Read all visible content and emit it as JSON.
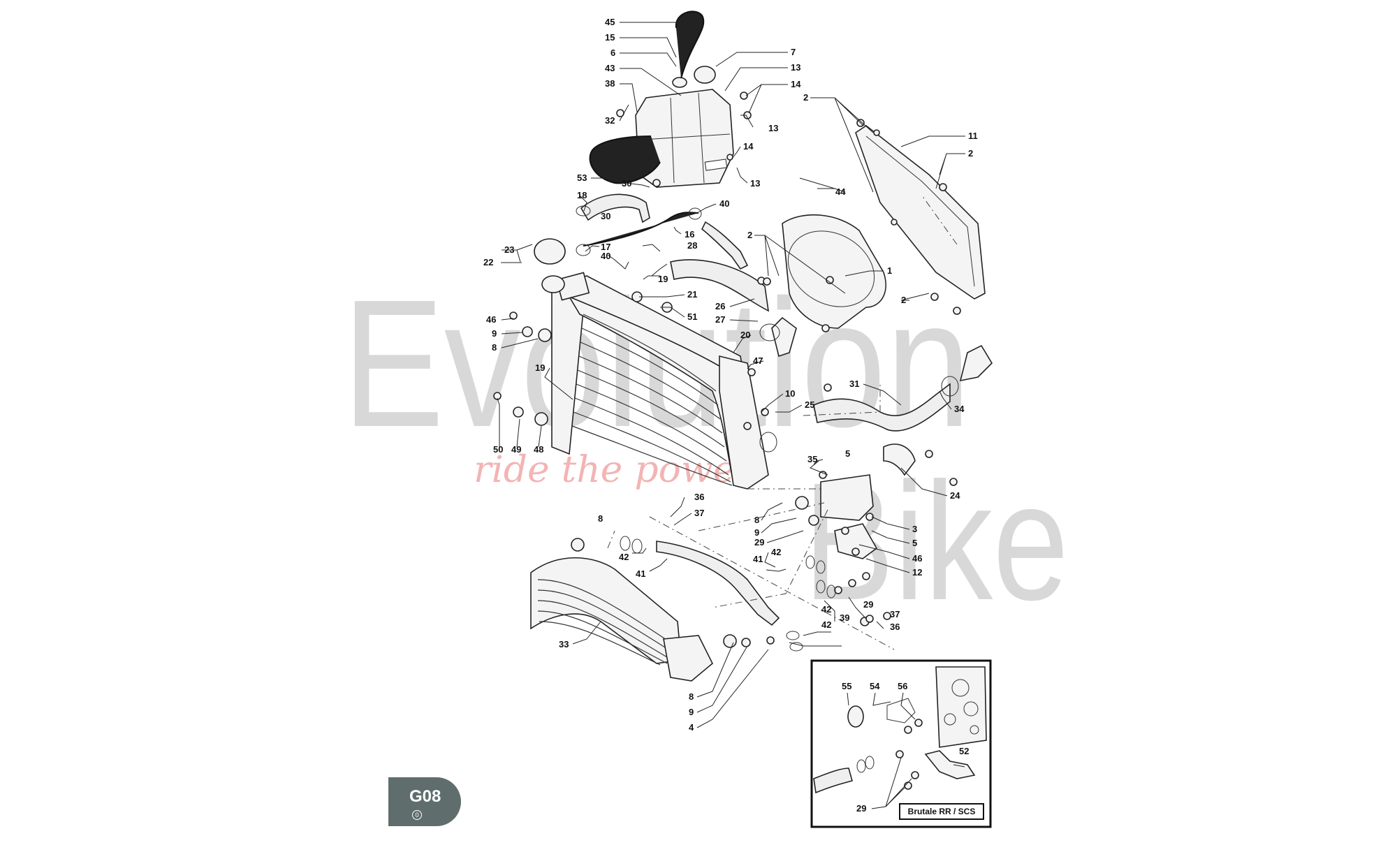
{
  "watermark": {
    "line1": "Evolution",
    "line2": "Bike",
    "tagline": "ride the power"
  },
  "page_badge": {
    "code": "G08",
    "revision": "0"
  },
  "inset": {
    "label": "Brutale RR / SCS"
  },
  "callouts": [
    {
      "id": "c45",
      "text": "45"
    },
    {
      "id": "c15",
      "text": "15"
    },
    {
      "id": "c6",
      "text": "6"
    },
    {
      "id": "c43",
      "text": "43"
    },
    {
      "id": "c38",
      "text": "38"
    },
    {
      "id": "c32",
      "text": "32"
    },
    {
      "id": "c7",
      "text": "7"
    },
    {
      "id": "c13a",
      "text": "13"
    },
    {
      "id": "c14a",
      "text": "14"
    },
    {
      "id": "c13b",
      "text": "13"
    },
    {
      "id": "c14b",
      "text": "14"
    },
    {
      "id": "c13c",
      "text": "13"
    },
    {
      "id": "c53",
      "text": "53"
    },
    {
      "id": "c30a",
      "text": "30"
    },
    {
      "id": "c18",
      "text": "18"
    },
    {
      "id": "c30b",
      "text": "30"
    },
    {
      "id": "c40a",
      "text": "40"
    },
    {
      "id": "c16",
      "text": "16"
    },
    {
      "id": "c17",
      "text": "17"
    },
    {
      "id": "c40b",
      "text": "40"
    },
    {
      "id": "c28",
      "text": "28"
    },
    {
      "id": "c23",
      "text": "23"
    },
    {
      "id": "c22",
      "text": "22"
    },
    {
      "id": "c19a",
      "text": "19"
    },
    {
      "id": "c21",
      "text": "21"
    },
    {
      "id": "c51",
      "text": "51"
    },
    {
      "id": "c46a",
      "text": "46"
    },
    {
      "id": "c9a",
      "text": "9"
    },
    {
      "id": "c8a",
      "text": "8"
    },
    {
      "id": "c19b",
      "text": "19"
    },
    {
      "id": "c50",
      "text": "50"
    },
    {
      "id": "c49",
      "text": "49"
    },
    {
      "id": "c48",
      "text": "48"
    },
    {
      "id": "c2a",
      "text": "2"
    },
    {
      "id": "c11",
      "text": "11"
    },
    {
      "id": "c2b",
      "text": "2"
    },
    {
      "id": "c44",
      "text": "44"
    },
    {
      "id": "c2c",
      "text": "2"
    },
    {
      "id": "c1",
      "text": "1"
    },
    {
      "id": "c2d",
      "text": "2"
    },
    {
      "id": "c26",
      "text": "26"
    },
    {
      "id": "c27",
      "text": "27"
    },
    {
      "id": "c20",
      "text": "20"
    },
    {
      "id": "c47",
      "text": "47"
    },
    {
      "id": "c10",
      "text": "10"
    },
    {
      "id": "c25",
      "text": "25"
    },
    {
      "id": "c31",
      "text": "31"
    },
    {
      "id": "c34",
      "text": "34"
    },
    {
      "id": "c35",
      "text": "35"
    },
    {
      "id": "c5a",
      "text": "5"
    },
    {
      "id": "c24",
      "text": "24"
    },
    {
      "id": "c36a",
      "text": "36"
    },
    {
      "id": "c37a",
      "text": "37"
    },
    {
      "id": "c8b",
      "text": "8"
    },
    {
      "id": "c8c",
      "text": "8"
    },
    {
      "id": "c9b",
      "text": "9"
    },
    {
      "id": "c3",
      "text": "3"
    },
    {
      "id": "c5b",
      "text": "5"
    },
    {
      "id": "c29a",
      "text": "29"
    },
    {
      "id": "c46b",
      "text": "46"
    },
    {
      "id": "c42a",
      "text": "42"
    },
    {
      "id": "c41a",
      "text": "41"
    },
    {
      "id": "c42b",
      "text": "42"
    },
    {
      "id": "c41b",
      "text": "41"
    },
    {
      "id": "c12",
      "text": "12"
    },
    {
      "id": "c29b",
      "text": "29"
    },
    {
      "id": "c42c",
      "text": "42"
    },
    {
      "id": "c39",
      "text": "39"
    },
    {
      "id": "c42d",
      "text": "42"
    },
    {
      "id": "c37b",
      "text": "37"
    },
    {
      "id": "c36b",
      "text": "36"
    },
    {
      "id": "c33",
      "text": "33"
    },
    {
      "id": "c8d",
      "text": "8"
    },
    {
      "id": "c9c",
      "text": "9"
    },
    {
      "id": "c4",
      "text": "4"
    },
    {
      "id": "c55",
      "text": "55"
    },
    {
      "id": "c54",
      "text": "54"
    },
    {
      "id": "c56",
      "text": "56"
    },
    {
      "id": "c52",
      "text": "52"
    },
    {
      "id": "c29c",
      "text": "29"
    }
  ]
}
